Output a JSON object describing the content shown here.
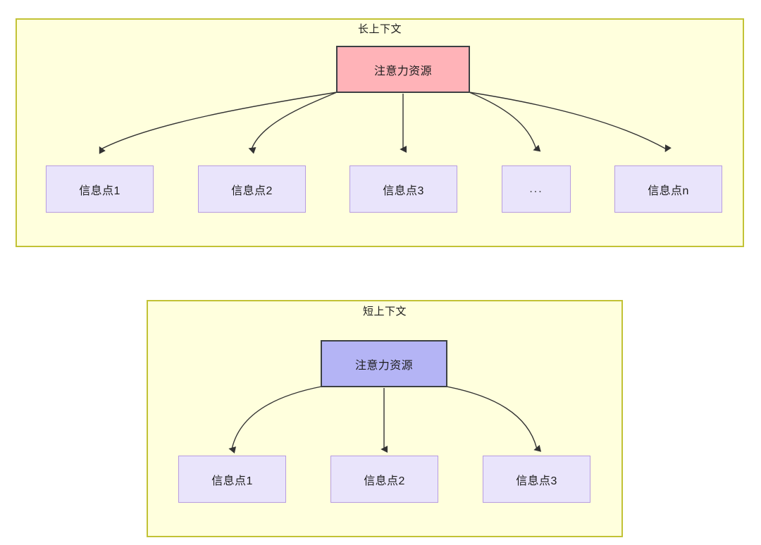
{
  "diagram": {
    "title_hidden": "",
    "colors": {
      "group_fill": "#ffffdd",
      "group_border": "#c2c235",
      "attention_long_fill": "#ffb3b8",
      "attention_short_fill": "#b4b4f5",
      "node_fill": "#e9e4fb",
      "node_border": "#b79ce0",
      "dark_border": "#3c4043",
      "edge_stroke": "#333333"
    },
    "groups": [
      {
        "id": "long-context",
        "title": "长上下文",
        "root": {
          "label": "注意力资源"
        },
        "children": [
          {
            "label": "信息点1"
          },
          {
            "label": "信息点2"
          },
          {
            "label": "信息点3"
          },
          {
            "label": "..."
          },
          {
            "label": "信息点n"
          }
        ]
      },
      {
        "id": "short-context",
        "title": "短上下文",
        "root": {
          "label": "注意力资源"
        },
        "children": [
          {
            "label": "信息点1"
          },
          {
            "label": "信息点2"
          },
          {
            "label": "信息点3"
          }
        ]
      }
    ]
  }
}
